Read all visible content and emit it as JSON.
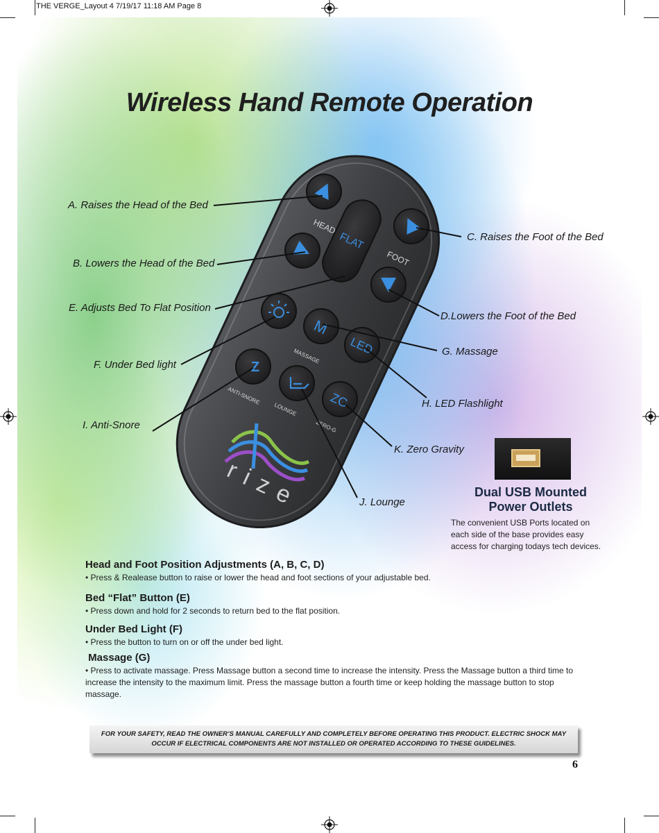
{
  "print_header": "THE VERGE_Layout 4  7/19/17  11:18 AM  Page 8",
  "title": "Wireless Hand Remote Operation",
  "remote": {
    "brand": "rize",
    "button_labels": {
      "head": "HEAD",
      "foot": "FOOT",
      "flat": "FLAT",
      "massage_symbol": "M",
      "massage": "MASSAGE",
      "led": "LED",
      "anti_snore": "ANTI-SNORE",
      "lounge": "LOUNGE",
      "zero_g_symbol": "ZG",
      "zero_g": "ZERO-G"
    },
    "colors": {
      "body": "#3b3b3d",
      "button": "#262628",
      "glyph": "#3b8fe0"
    }
  },
  "callouts": {
    "a": "A. Raises the Head of the Bed",
    "b": "B. Lowers the Head of the Bed",
    "c": "C. Raises the Foot of the Bed",
    "d": "D.Lowers the Foot of the Bed",
    "e": "E. Adjusts Bed To Flat Position",
    "f": "F. Under Bed light",
    "g": "G. Massage",
    "h": "H. LED Flashlight",
    "i": "I. Anti-Snore",
    "j": "J. Lounge",
    "k": "K. Zero Gravity"
  },
  "usb": {
    "title_line1": "Dual USB Mounted",
    "title_line2": "Power Outlets",
    "description": "The convenient USB Ports located on each side of the base provides easy access for charging todays tech devices."
  },
  "sections": [
    {
      "heading": "Head and Foot  Position Adjustments (A, B, C, D)",
      "text": "• Press & Realease button to raise or lower the head and foot sections of your adjustable bed."
    },
    {
      "heading": "Bed “Flat” Button (E)",
      "text": "• Press down and hold for 2 seconds to return bed to the flat position."
    },
    {
      "heading": "Under Bed Light (F)",
      "text": "• Press the button to turn on or off the under bed light."
    },
    {
      "heading": " Massage (G)",
      "text": "• Press to activate massage. Press Massage button a second time to increase the intensity. Press the Massage button a third time to increase the intensity to the maximum limit. Press the massage button a fourth time or keep holding the massage button to stop massage."
    }
  ],
  "warning": "FOR YOUR SAFETY, READ THE OWNER’S MANUAL CAREFULLY AND COMPLETELY BEFORE OPERATING THIS PRODUCT. ELECTRIC SHOCK MAY OCCUR IF ELECTRICAL COMPONENTS ARE NOT INSTALLED OR OPERATED ACCORDING TO THESE GUIDELINES.",
  "page_number": "6"
}
